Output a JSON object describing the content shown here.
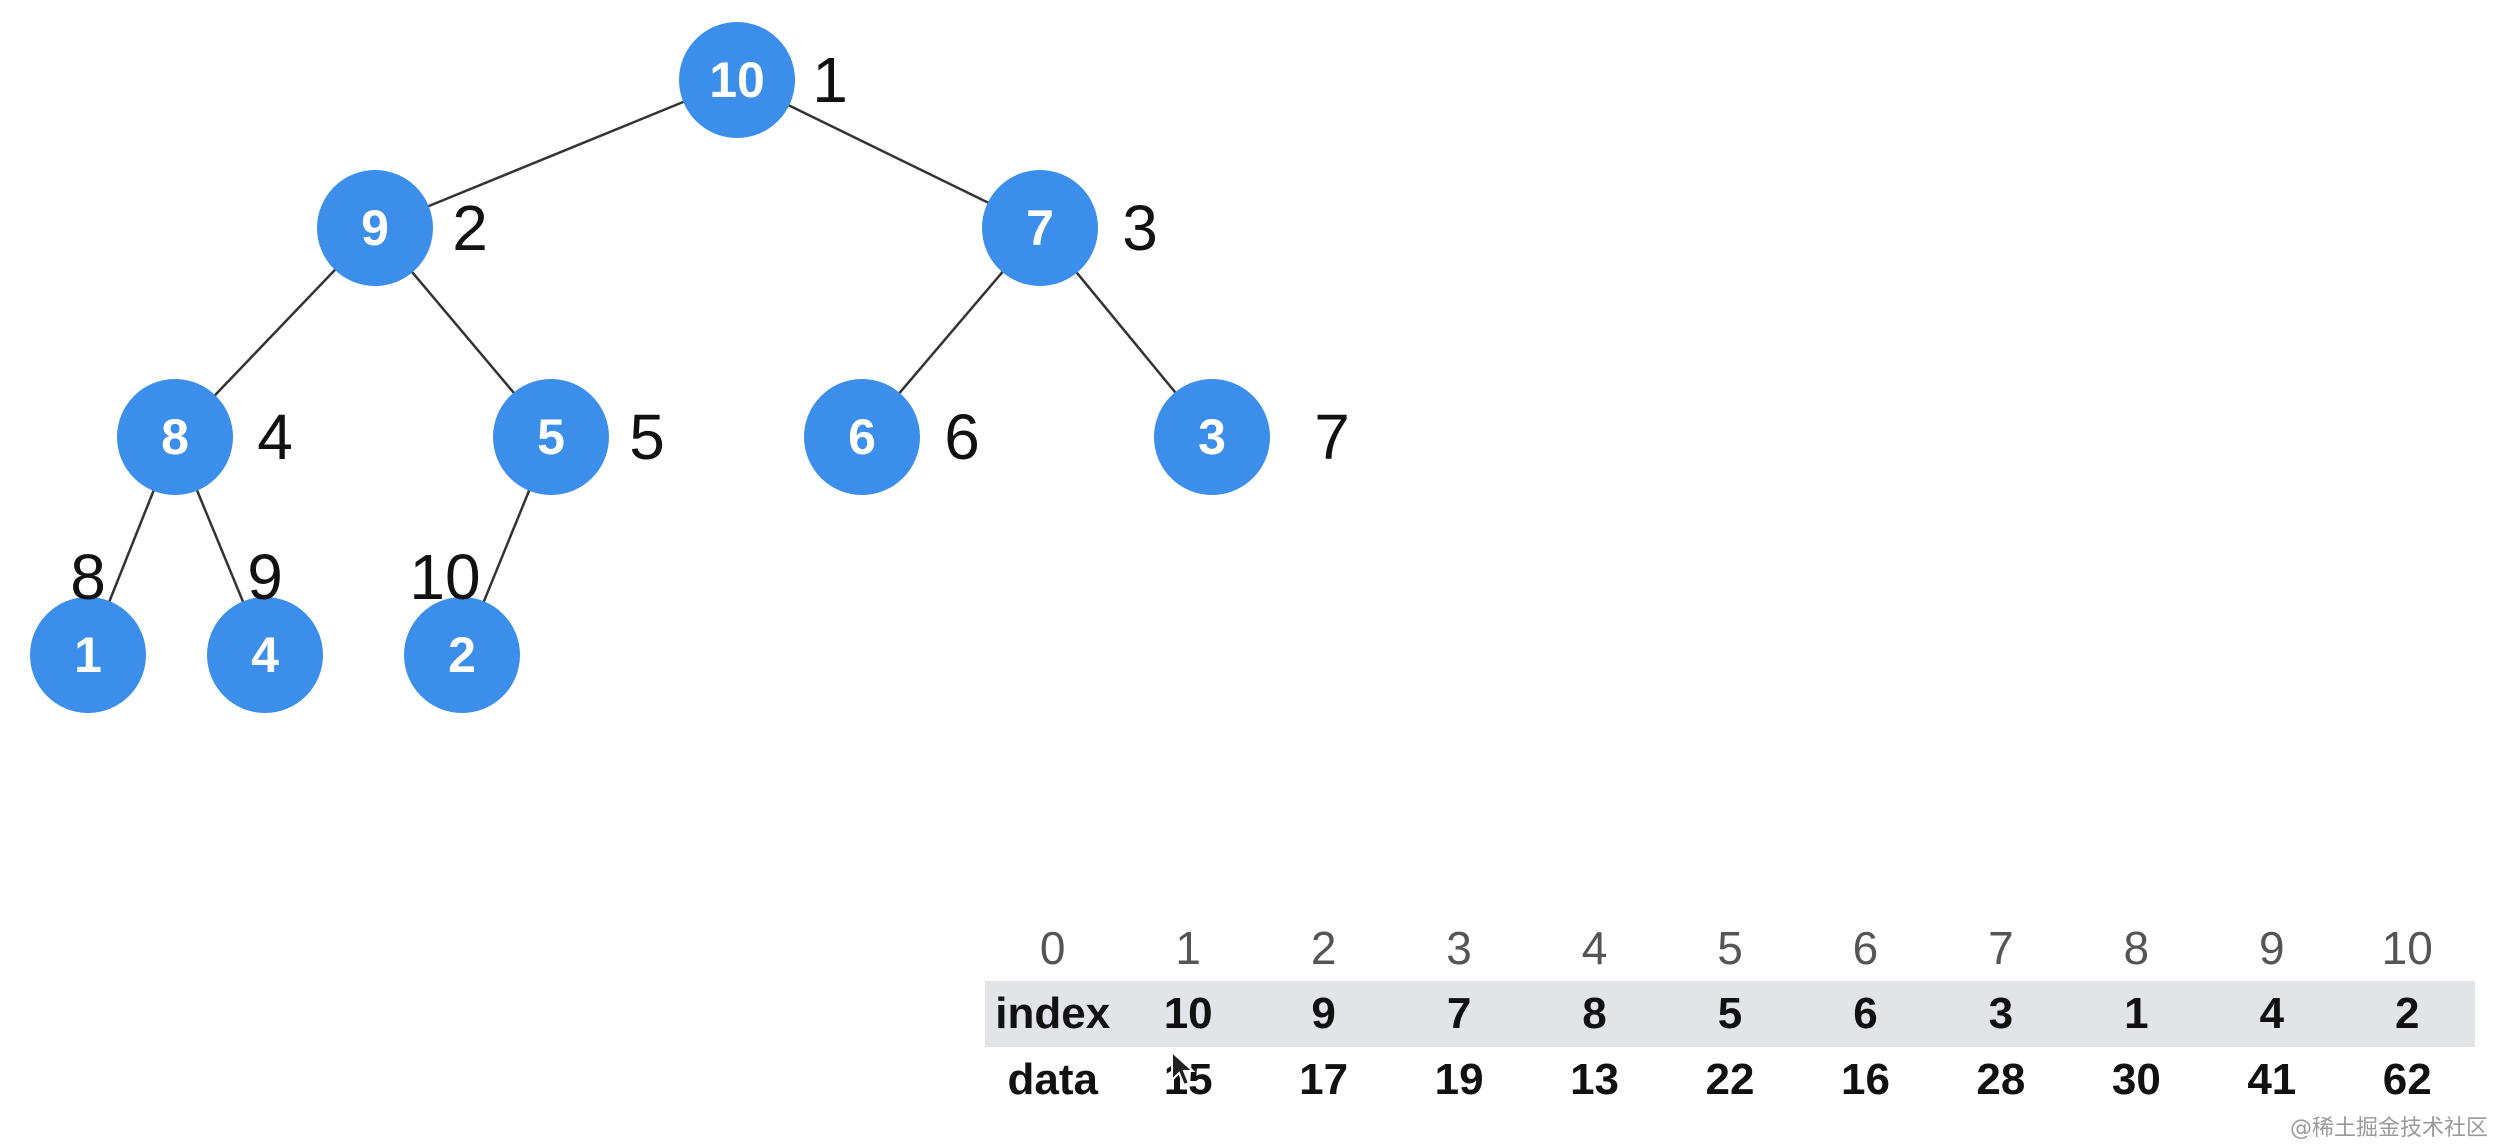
{
  "tree": {
    "nodes": [
      {
        "value": "10",
        "index": "1"
      },
      {
        "value": "9",
        "index": "2"
      },
      {
        "value": "7",
        "index": "3"
      },
      {
        "value": "8",
        "index": "4"
      },
      {
        "value": "5",
        "index": "5"
      },
      {
        "value": "6",
        "index": "6"
      },
      {
        "value": "3",
        "index": "7"
      },
      {
        "value": "1",
        "index": "8"
      },
      {
        "value": "4",
        "index": "9"
      },
      {
        "value": "2",
        "index": "10"
      }
    ],
    "edges": [
      [
        0,
        1
      ],
      [
        0,
        2
      ],
      [
        1,
        3
      ],
      [
        1,
        4
      ],
      [
        2,
        5
      ],
      [
        2,
        6
      ],
      [
        3,
        7
      ],
      [
        3,
        8
      ],
      [
        4,
        9
      ]
    ],
    "node_color": "#3b8fea"
  },
  "table": {
    "positions": [
      "0",
      "1",
      "2",
      "3",
      "4",
      "5",
      "6",
      "7",
      "8",
      "9",
      "10"
    ],
    "index_label": "index",
    "index_values": [
      "10",
      "9",
      "7",
      "8",
      "5",
      "6",
      "3",
      "1",
      "4",
      "2"
    ],
    "data_label": "data",
    "data_values": [
      "15",
      "17",
      "19",
      "13",
      "22",
      "16",
      "28",
      "30",
      "41",
      "62"
    ]
  },
  "watermark": "@稀土掘金技术社区"
}
